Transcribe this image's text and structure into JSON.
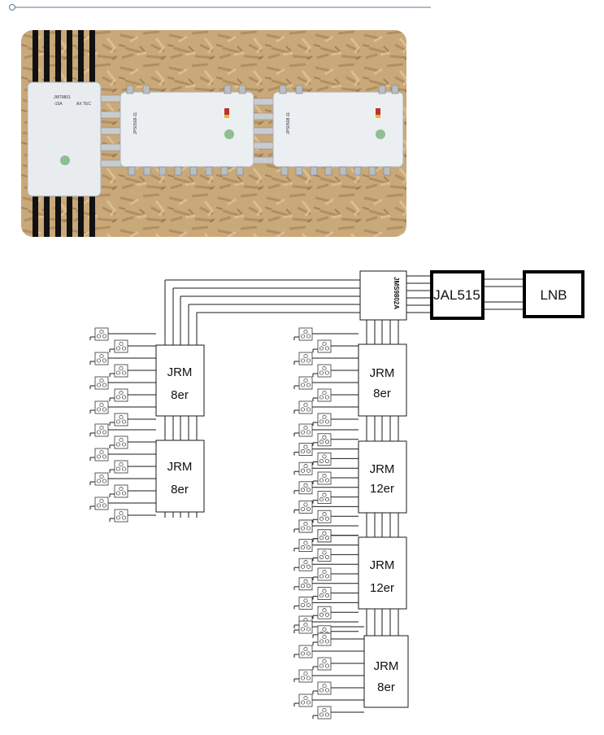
{
  "photo": {
    "left_unit": {
      "model": "JMT9801",
      "suffix": "-15A",
      "brand": "AX TEC"
    },
    "mid_unit": {
      "model": "JPS0508-11"
    },
    "right_unit": {
      "model": "JPS0508-11"
    }
  },
  "diagram": {
    "lnb": {
      "label": "LNB"
    },
    "amp": {
      "label": "JAL515"
    },
    "multiswitch": {
      "label": "JMS9802A"
    },
    "left_chain": [
      {
        "name": "JRM",
        "size": "8er"
      },
      {
        "name": "JRM",
        "size": "8er"
      }
    ],
    "right_chain": [
      {
        "name": "JRM",
        "size": "8er"
      },
      {
        "name": "JRM",
        "size": "12er"
      },
      {
        "name": "JRM",
        "size": "12er"
      },
      {
        "name": "JRM",
        "size": "8er"
      }
    ]
  }
}
